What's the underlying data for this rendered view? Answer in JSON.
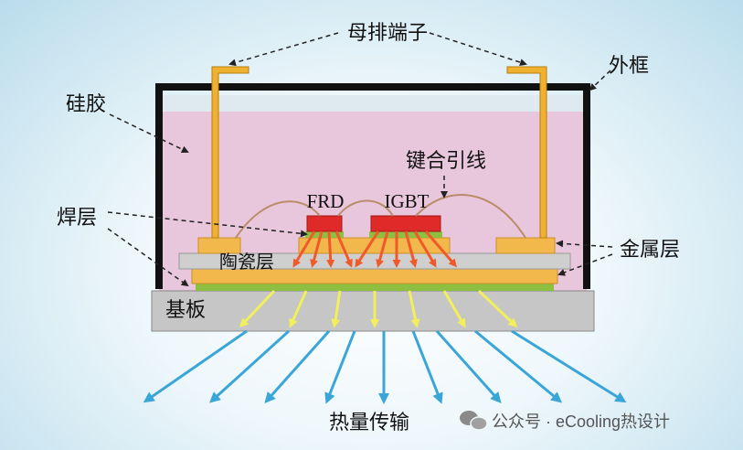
{
  "labels": {
    "busbar_terminal": "母排端子",
    "outer_frame": "外框",
    "silicone_gel": "硅胶",
    "bond_wire": "键合引线",
    "frd": "FRD",
    "igbt": "IGBT",
    "solder_layer": "焊层",
    "metal_layer": "金属层",
    "ceramic_layer": "陶瓷层",
    "baseplate": "基板",
    "heat_transfer": "热量传输"
  },
  "watermark": "公众号 · eCooling热设计",
  "colors": {
    "background": "#d6ecf5",
    "silicone": "#e8c6dc",
    "frame": "#111111",
    "terminal": "#f0b030",
    "chip": "#e02a2a",
    "solder": "#8fbf40",
    "metal": "#f2b84c",
    "ceramic": "#cfcfcf",
    "baseplate": "#c6c6c6",
    "heat_red": "#f05a2a",
    "heat_yellow": "#f2ef5a",
    "heat_blue": "#3aa6d8"
  }
}
